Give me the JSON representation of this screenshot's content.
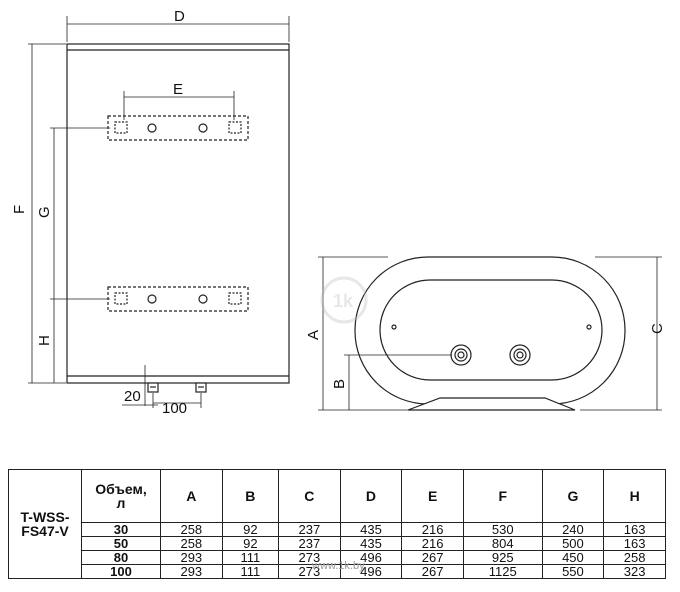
{
  "dimensions": {
    "D": "D",
    "E": "E",
    "F": "F",
    "G": "G",
    "H": "H",
    "A": "A",
    "B": "B",
    "C": "C",
    "offset": "20",
    "pipe_spacing": "100"
  },
  "watermark": "www.1k.by",
  "colors": {
    "line": "#222222",
    "dashed": "#333333",
    "watermark": "#cccccc"
  },
  "table": {
    "model": [
      "T-WSS-",
      "FS47-V"
    ],
    "volume_header": [
      "Объем,",
      "л"
    ],
    "columns": [
      "A",
      "B",
      "C",
      "D",
      "E",
      "F",
      "G",
      "H"
    ],
    "rows": [
      {
        "volume": "30",
        "values": [
          "258",
          "92",
          "237",
          "435",
          "216",
          "530",
          "240",
          "163"
        ]
      },
      {
        "volume": "50",
        "values": [
          "258",
          "92",
          "237",
          "435",
          "216",
          "804",
          "500",
          "163"
        ]
      },
      {
        "volume": "80",
        "values": [
          "293",
          "111",
          "273",
          "496",
          "267",
          "925",
          "450",
          "258"
        ]
      },
      {
        "volume": "100",
        "values": [
          "293",
          "111",
          "273",
          "496",
          "267",
          "1125",
          "550",
          "323"
        ]
      }
    ]
  }
}
